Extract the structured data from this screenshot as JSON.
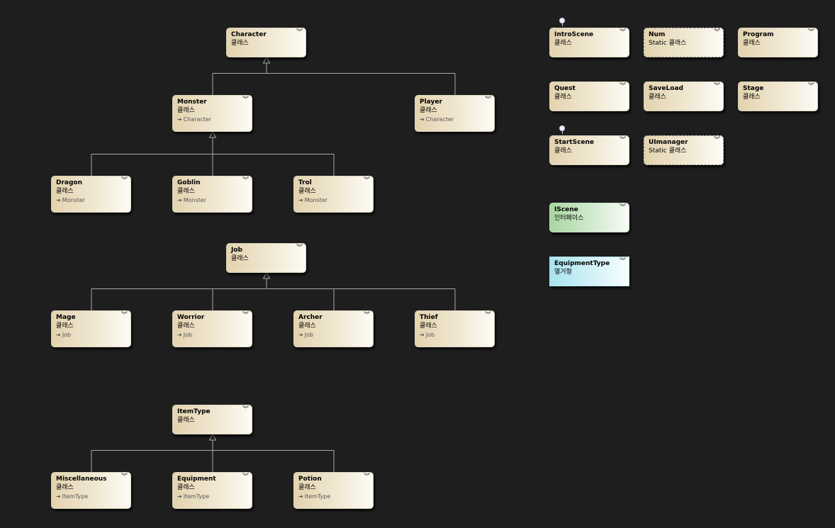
{
  "nodes": [
    {
      "id": "character",
      "name": "Character",
      "kind": "클래스",
      "base": ""
    },
    {
      "id": "monster",
      "name": "Monster",
      "kind": "클래스",
      "base": "Character"
    },
    {
      "id": "player",
      "name": "Player",
      "kind": "클래스",
      "base": "Character"
    },
    {
      "id": "dragon",
      "name": "Dragon",
      "kind": "클래스",
      "base": "Monster"
    },
    {
      "id": "goblin",
      "name": "Goblin",
      "kind": "클래스",
      "base": "Monster"
    },
    {
      "id": "trol",
      "name": "Trol",
      "kind": "클래스",
      "base": "Monster"
    },
    {
      "id": "job",
      "name": "Job",
      "kind": "클래스",
      "base": ""
    },
    {
      "id": "mage",
      "name": "Mage",
      "kind": "클래스",
      "base": "Job"
    },
    {
      "id": "worrior",
      "name": "Worrior",
      "kind": "클래스",
      "base": "Job"
    },
    {
      "id": "archer",
      "name": "Archer",
      "kind": "클래스",
      "base": "Job"
    },
    {
      "id": "thief",
      "name": "Thief",
      "kind": "클래스",
      "base": "Job"
    },
    {
      "id": "itemtype",
      "name": "ItemType",
      "kind": "클래스",
      "base": ""
    },
    {
      "id": "miscellaneous",
      "name": "Miscellaneous",
      "kind": "클래스",
      "base": "ItemType"
    },
    {
      "id": "equipment",
      "name": "Equipment",
      "kind": "클래스",
      "base": "ItemType"
    },
    {
      "id": "potion",
      "name": "Potion",
      "kind": "클래스",
      "base": "ItemType"
    },
    {
      "id": "introscene",
      "name": "IntroScene",
      "kind": "클래스",
      "base": ""
    },
    {
      "id": "num",
      "name": "Num",
      "kind": "Static 클래스",
      "base": ""
    },
    {
      "id": "program",
      "name": "Program",
      "kind": "클래스",
      "base": ""
    },
    {
      "id": "quest",
      "name": "Quest",
      "kind": "클래스",
      "base": ""
    },
    {
      "id": "saveload",
      "name": "SaveLoad",
      "kind": "클래스",
      "base": ""
    },
    {
      "id": "stage",
      "name": "Stage",
      "kind": "클래스",
      "base": ""
    },
    {
      "id": "startscene",
      "name": "StartScene",
      "kind": "클래스",
      "base": ""
    },
    {
      "id": "uimanager",
      "name": "UImanager",
      "kind": "Static 클래스",
      "base": ""
    },
    {
      "id": "iscene",
      "name": "IScene",
      "kind": "인터페이스",
      "base": ""
    },
    {
      "id": "equipmenttype",
      "name": "EquipmentType",
      "kind": "열거형",
      "base": ""
    }
  ],
  "inheritance": [
    {
      "parent": "character",
      "children": [
        "monster",
        "player"
      ]
    },
    {
      "parent": "monster",
      "children": [
        "dragon",
        "goblin",
        "trol"
      ]
    },
    {
      "parent": "job",
      "children": [
        "mage",
        "worrior",
        "archer",
        "thief"
      ]
    },
    {
      "parent": "itemtype",
      "children": [
        "miscellaneous",
        "equipment",
        "potion"
      ]
    }
  ],
  "colors": {
    "background": "#1e1e1e",
    "connector": "#a8a8a8",
    "class_fill": "#e3d3ae",
    "interface_fill": "#a9d6a0",
    "enum_fill": "#a7e4ef"
  },
  "icons": {
    "expand": "double-chevron-down-icon",
    "base": "inherits-arrow-icon",
    "interface_marker": "lollipop-icon"
  }
}
